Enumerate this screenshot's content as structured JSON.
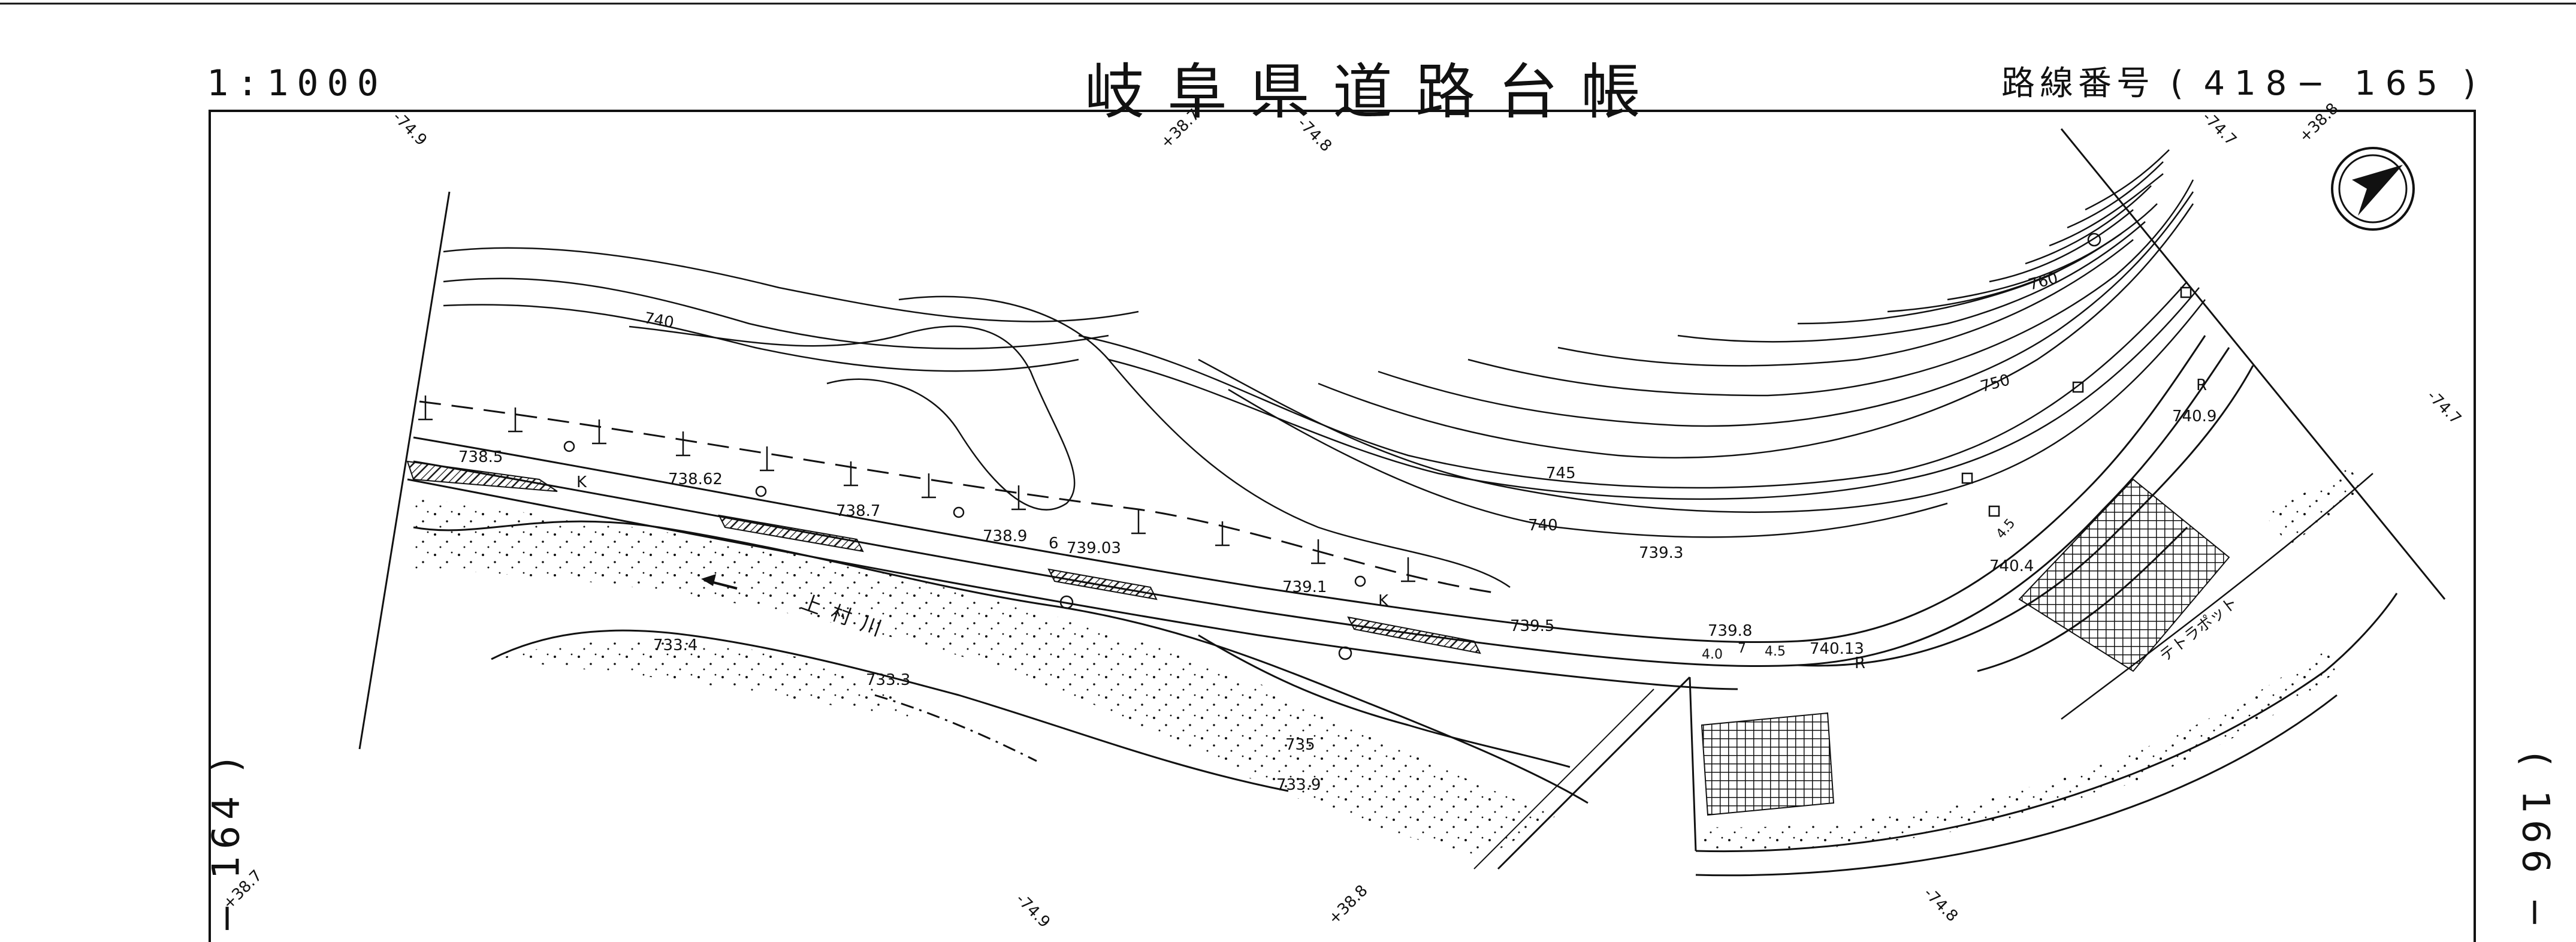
{
  "header": {
    "scale": "1:1000",
    "title": "岐阜県道路台帳",
    "route_label": "路線番号",
    "route_open": "(",
    "route_number": "418− 165",
    "route_close": ")"
  },
  "sheet_refs": {
    "left": "− 164 )",
    "right": "( 166 −"
  },
  "grid_labels": {
    "top": [
      "-74.9",
      "+38.7",
      "-74.8",
      "-74.7",
      "+38.8"
    ],
    "bottom": [
      "+38.7",
      "-74.9",
      "+38.8",
      "-74.8"
    ],
    "right": "-74.7"
  },
  "elevations": {
    "e738_5": "738.5",
    "e738_62": "738.62",
    "e738_7": "738.7",
    "e738_9": "738.9",
    "e739_03": "739.03",
    "e739_1": "739.1",
    "e739_5": "739.5",
    "e739_8": "739.8",
    "e740_13": "740.13",
    "e740_4": "740.4",
    "e740_9": "740.9",
    "e739_3": "739.3",
    "e733_4": "733.4",
    "e733_3": "733.3",
    "e733_9": "733.9"
  },
  "contours": {
    "c740_top": "740",
    "c745": "745",
    "c740_mid": "740",
    "c750": "750",
    "c760": "760",
    "c735": "735"
  },
  "annotations": {
    "river": "上 村 川",
    "tetrapod": "テトラポット",
    "k1": "K",
    "k2": "K",
    "r1": "R",
    "r2": "R",
    "six": "6",
    "w1": "4.0",
    "w2": "7",
    "w3": "4.5",
    "w4": "4.5"
  },
  "colors": {
    "ink": "#111111",
    "paper": "#ffffff"
  }
}
